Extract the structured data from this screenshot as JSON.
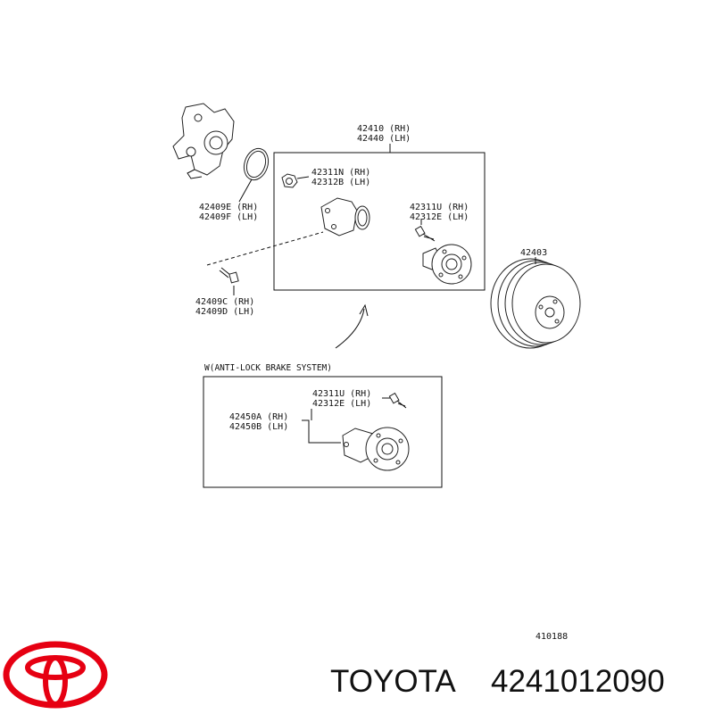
{
  "labels": {
    "main_group_rh": "42410 (RH)",
    "main_group_lh": "42440 (LH)",
    "nut_rh": "42311N (RH)",
    "nut_lh": "42312B (LH)",
    "o_ring_rh": "42409E (RH)",
    "o_ring_lh": "42409F (LH)",
    "hub_bolt_rh": "42311U (RH)",
    "hub_bolt_lh": "42312E (LH)",
    "bolt_rh": "42409C (RH)",
    "bolt_lh": "42409D (LH)",
    "drum": "42403",
    "abs_title": "W(ANTI-LOCK BRAKE SYSTEM)",
    "abs_bolt_rh": "42311U (RH)",
    "abs_bolt_lh": "42312E (LH)",
    "abs_hub_rh": "42450A (RH)",
    "abs_hub_lh": "42450B (LH)",
    "figure_code": "410188"
  },
  "footer": {
    "brand": "TOYOTA",
    "part_number": "4241012090"
  },
  "colors": {
    "logo_red": "#e60012",
    "line": "#111111"
  },
  "icons": {
    "logo": "toyota-logo-icon"
  }
}
